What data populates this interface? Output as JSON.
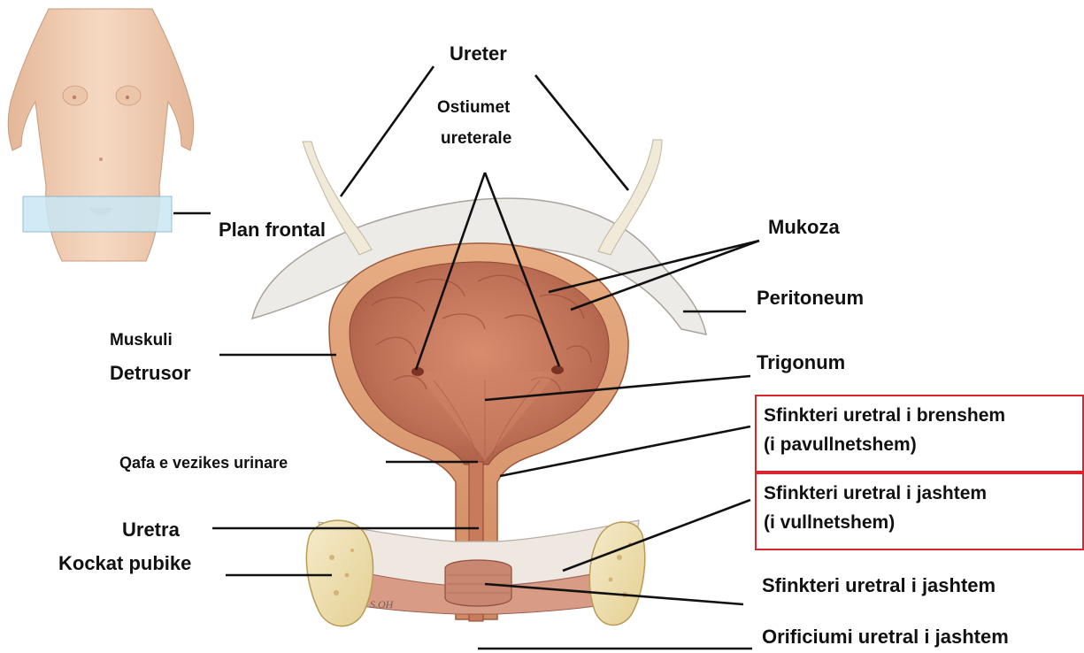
{
  "labels": {
    "ureter": "Ureter",
    "ostiumet_1": "Ostiumet",
    "ostiumet_2": "ureterale",
    "plan_frontal": "Plan frontal",
    "mukoza": "Mukoza",
    "peritoneum": "Peritoneum",
    "muskuli_1": "Muskuli",
    "muskuli_2": "Detrusor",
    "trigonum": "Trigonum",
    "qafa": "Qafa e vezikes urinare",
    "sfinkteri_brendshem_1": "Sfinkteri uretral i brenshem",
    "sfinkteri_brendshem_2": "(i pavullnetshem)",
    "sfinkteri_jashtem_1": "Sfinkteri uretral i jashtem",
    "sfinkteri_jashtem_2": "(i vullnetshem)",
    "uretra": "Uretra",
    "kockat": "Kockat pubike",
    "sfinkteri_jashtem_3": "Sfinkteri uretral i jashtem",
    "orificiumi": "Orificiumi uretral i jashtem"
  },
  "watermark": "S.OH",
  "colors": {
    "highlight_box": "#d8262a",
    "leader_line": "#111111",
    "mucosa": "#c97a5c",
    "muscle": "#d9976d",
    "peritoneum": "#e9e5e1",
    "bone": "#eedca3",
    "skin": "#efcbb0"
  }
}
